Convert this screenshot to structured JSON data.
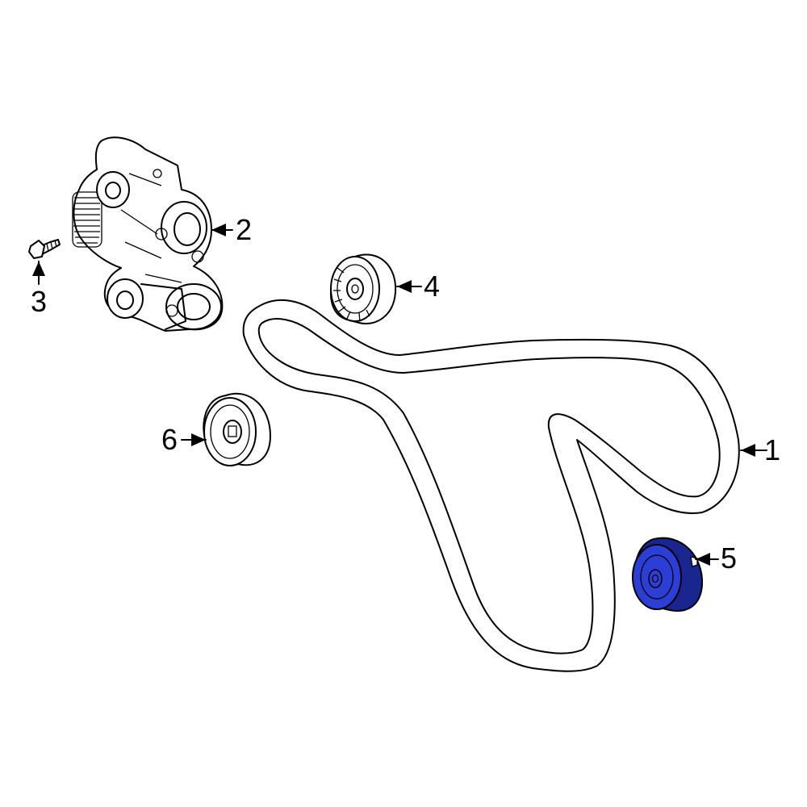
{
  "diagram": {
    "callouts": [
      {
        "id": "belt",
        "label": "1"
      },
      {
        "id": "tensioner",
        "label": "2"
      },
      {
        "id": "bolt",
        "label": "3"
      },
      {
        "id": "idler-pulley-4",
        "label": "4"
      },
      {
        "id": "idler-pulley-5",
        "label": "5"
      },
      {
        "id": "idler-pulley-6",
        "label": "6"
      }
    ],
    "highlighted_part": "5",
    "colors": {
      "highlight": "#2b3fd6",
      "highlight_dark": "#1a2690",
      "line": "#000000",
      "background": "#ffffff"
    }
  }
}
